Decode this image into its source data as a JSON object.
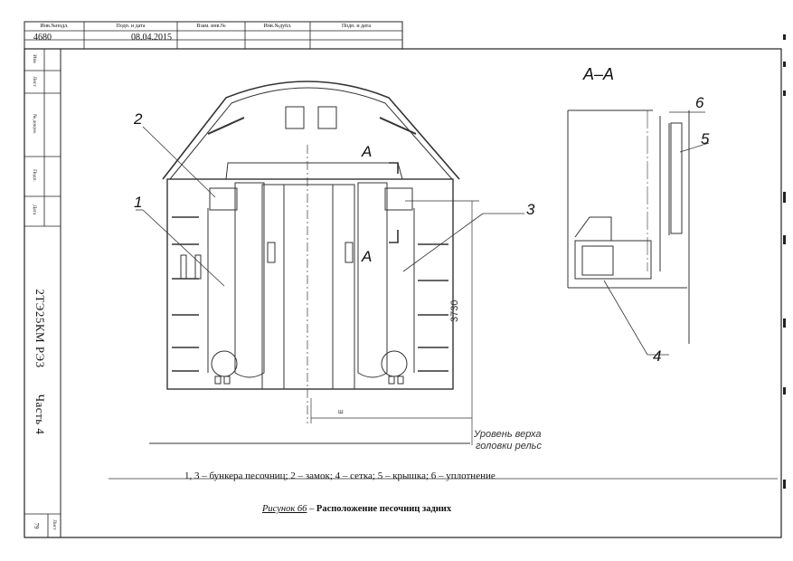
{
  "stamp_top": {
    "headers": [
      "Инв.№подл.",
      "Подп. и дата",
      "Взам. инв.№",
      "Инв.№дубл.",
      "Подп. и дата"
    ],
    "values": [
      "4680",
      "08.04.2015",
      "",
      "",
      ""
    ]
  },
  "side_column": {
    "labels": [
      "Изм",
      "Лист",
      "№ докум.",
      "Подп.",
      "Дата"
    ],
    "doc_code": "2ТЭ25КМ РЭ3",
    "part": "Часть 4",
    "sheet_label": "Лист",
    "sheet_number": "79"
  },
  "drawing": {
    "section_label": "А–А",
    "section_marker_top": "А",
    "section_marker_bottom": "А",
    "dimension_height": "3730",
    "dimension_width": "ш",
    "rail_level_line1": "Уровень верха",
    "rail_level_line2": "головки рельс",
    "callouts": [
      "1",
      "2",
      "3",
      "4",
      "5",
      "6"
    ]
  },
  "caption": "1, 3 – бункера песочниц; 2 – замок; 4 – сетка;  5 – крышка; 6 – уплотнение",
  "figure_title": {
    "number": "Рисунок 66",
    "separator": " – ",
    "text": "Расположение песочниц задних"
  }
}
